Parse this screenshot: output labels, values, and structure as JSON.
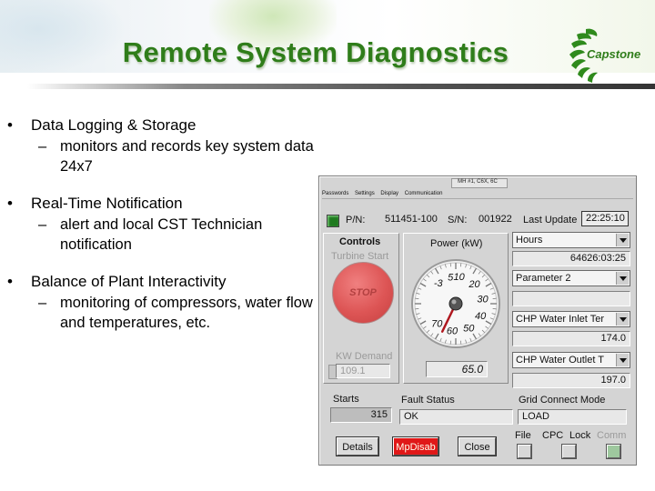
{
  "slide": {
    "title": "Remote System Diagnostics",
    "logo_text": "Capstone",
    "bullets": [
      {
        "text": "Data Logging & Storage",
        "sub": "monitors and records key system data 24x7"
      },
      {
        "text": "Real-Time Notification",
        "sub": "alert and local CST Technician notification"
      },
      {
        "text": "Balance of Plant Interactivity",
        "sub": "monitoring of compressors, water flow and temperatures, etc."
      }
    ],
    "bullet_glyph": "•",
    "dash_glyph": "–"
  },
  "window": {
    "title": "MH #1, C6X, 6C",
    "menu": [
      "Passwords",
      "Settings",
      "Display",
      "Communication"
    ],
    "pn_label": "P/N:",
    "pn_value": "511451-100",
    "sn_label": "S/N:",
    "sn_value": "001922",
    "last_update_label": "Last Update",
    "last_update_value": "22:25:10",
    "controls": {
      "title": "Controls",
      "turbine_start": "Turbine Start",
      "stop_label": "STOP",
      "kw_demand_label": "KW Demand",
      "kw_demand_value": "109.1"
    },
    "power": {
      "title": "Power (kW)",
      "gauge_labels": [
        "-3",
        "5",
        "10",
        "20",
        "30",
        "40",
        "50",
        "60",
        "70"
      ],
      "value": "65.0",
      "needle_value": 65
    },
    "right": {
      "combo1": "Hours",
      "value1": "64626:03:25",
      "combo2": "Parameter 2",
      "value2": "",
      "combo3": "CHP Water Inlet Ter",
      "value3": "174.0",
      "combo4": "CHP Water Outlet T",
      "value4": "197.0"
    },
    "starts_label": "Starts",
    "starts_value": "315",
    "fault_label": "Fault Status",
    "fault_value": "OK",
    "grid_label": "Grid Connect Mode",
    "grid_value": "LOAD",
    "buttons": {
      "details": "Details",
      "mpdisab": "MpDisab",
      "close": "Close"
    },
    "indicators": {
      "file": "File",
      "cpc": "CPC",
      "lock": "Lock",
      "comm": "Comm"
    },
    "colors": {
      "led_on": "#1f7a1f",
      "mpdisab": "#e01818",
      "comm_on": "#9ec89e"
    }
  }
}
